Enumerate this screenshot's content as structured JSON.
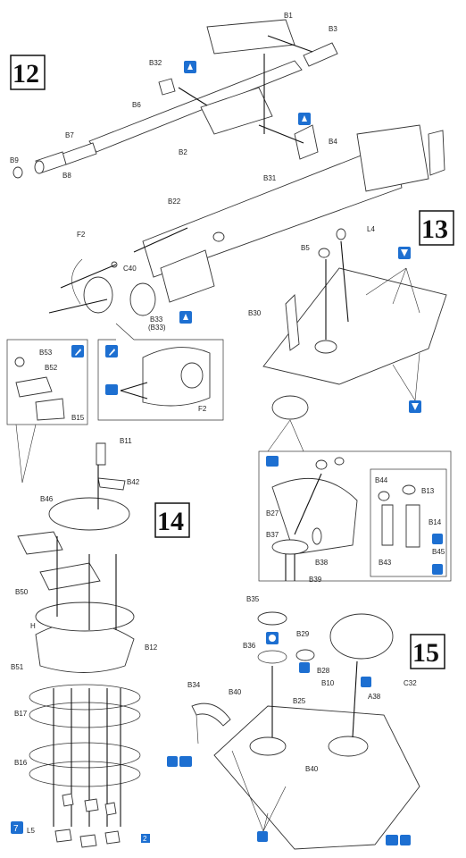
{
  "steps": {
    "s12": "12",
    "s13": "13",
    "s14": "14",
    "s15": "15"
  },
  "labels": {
    "B1": "B1",
    "B3": "B3",
    "B32": "B32",
    "B6": "B6",
    "B7": "B7",
    "B9": "B9",
    "B8": "B8",
    "B2": "B2",
    "B4": "B4",
    "B31": "B31",
    "B22": "B22",
    "F2": "F2",
    "C40": "C40",
    "B33": "B33",
    "B33p": "(B33)",
    "L4": "L4",
    "B5": "B5",
    "B30": "B30",
    "B53": "B53",
    "B52": "B52",
    "B15": "B15",
    "F2b": "F2",
    "B11": "B11",
    "B42": "B42",
    "B46": "B46",
    "B50": "B50",
    "H": "H",
    "B12": "B12",
    "B51": "B51",
    "B17": "B17",
    "B16": "B16",
    "L5": "L5",
    "L5num": "7",
    "B27": "B27",
    "B37": "B37",
    "B38": "B38",
    "B39": "B39",
    "B44": "B44",
    "B13": "B13",
    "B14": "B14",
    "B43": "B43",
    "B45": "B45",
    "B35": "B35",
    "B36": "B36",
    "B29": "B29",
    "B28": "B28",
    "B34": "B34",
    "B40": "B40",
    "B25": "B25",
    "B10": "B10",
    "A38": "A38",
    "C32": "C32",
    "B40b": "B40",
    "pageRef": "2"
  },
  "icons": {
    "cement": "cement-icon",
    "brush": "brush-icon",
    "drill": "drill-hole-icon",
    "choice": "choice-icon"
  },
  "colors": {
    "accent": "#1d6fd1"
  }
}
